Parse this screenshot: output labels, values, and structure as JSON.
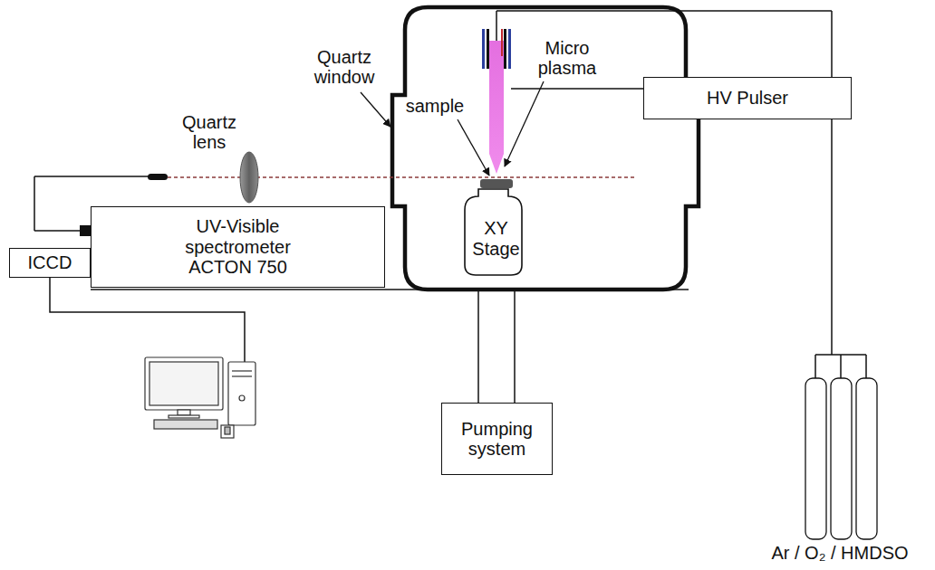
{
  "diagram": {
    "nodes": [
      {
        "text": [
          "HV Pulser"
        ]
      },
      {
        "text": [
          "UV-Visible spectrometer ACTON 750"
        ]
      },
      {
        "text": [
          "ICCD"
        ]
      },
      {
        "text": [
          "XY Stage"
        ]
      },
      {
        "text": [
          "Pumping system"
        ]
      }
    ],
    "labels": [
      "Quartz lens",
      "Quartz window",
      "sample",
      "Micro plasma",
      "Ar / O₂ / HMDSO"
    ]
  }
}
